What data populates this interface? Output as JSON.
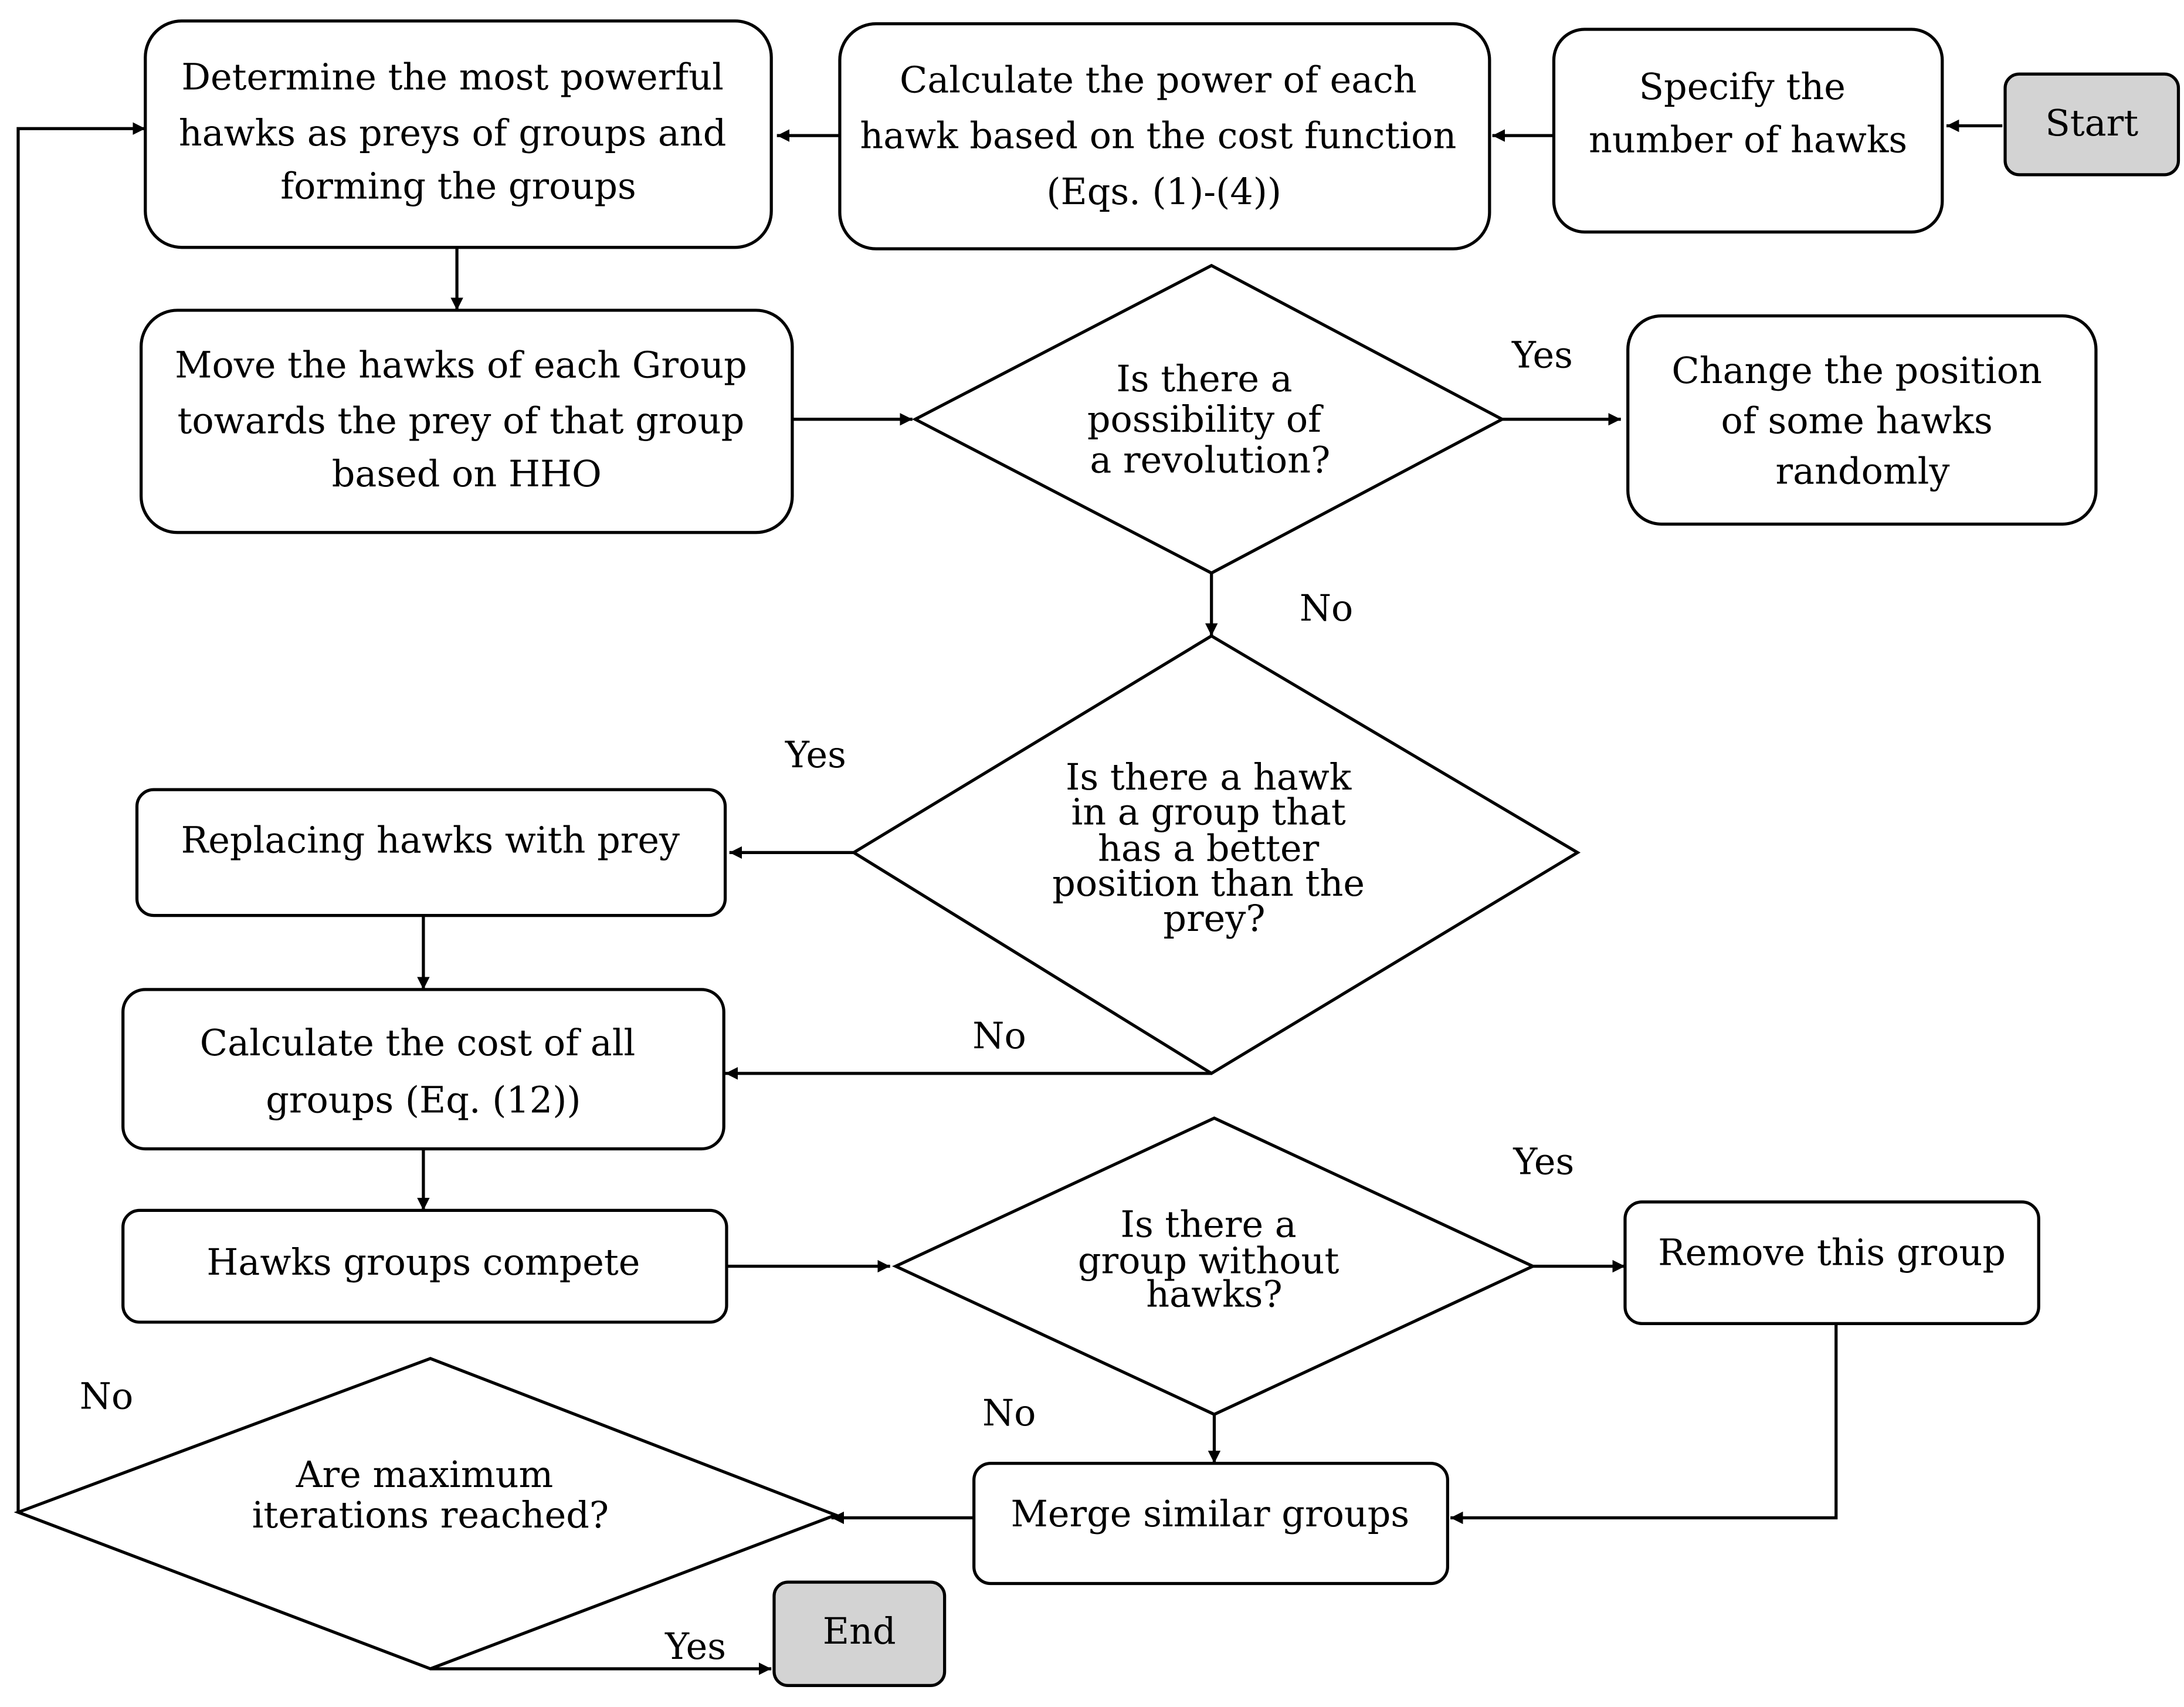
{
  "diagram": {
    "nodes": {
      "start": {
        "lines": [
          "Start"
        ]
      },
      "specify": {
        "lines": [
          "Specify the",
          "number of hawks"
        ]
      },
      "calc_power": {
        "lines": [
          "Calculate the power of each",
          "hawk based on the cost function",
          "(Eqs. (1)-(4))"
        ]
      },
      "determine": {
        "lines": [
          "Determine the most powerful",
          "hawks as preys of groups and",
          "forming the groups"
        ]
      },
      "move": {
        "lines": [
          "Move the hawks of each Group",
          "towards the prey of that group",
          "based on HHO"
        ]
      },
      "revolution_q": {
        "lines": [
          "Is there a",
          "possibility of",
          "a revolution?"
        ]
      },
      "change_pos": {
        "lines": [
          "Change the position",
          "of some hawks",
          "randomly"
        ]
      },
      "better_q": {
        "lines": [
          "Is there a hawk",
          "in a group that",
          "has a better",
          "position than the",
          "prey?"
        ]
      },
      "replace": {
        "lines": [
          "Replacing hawks with prey"
        ]
      },
      "calc_cost": {
        "lines": [
          "Calculate the cost of all",
          "groups (Eq. (12))"
        ]
      },
      "compete": {
        "lines": [
          "Hawks groups compete"
        ]
      },
      "empty_q": {
        "lines": [
          "Is there a",
          "group without",
          "hawks?"
        ]
      },
      "remove": {
        "lines": [
          "Remove this group"
        ]
      },
      "merge": {
        "lines": [
          "Merge similar groups"
        ]
      },
      "max_q": {
        "lines": [
          "Are maximum",
          "iterations reached?"
        ]
      },
      "end": {
        "lines": [
          "End"
        ]
      }
    },
    "edge_labels": {
      "revolution_yes": "Yes",
      "revolution_no": "No",
      "better_yes": "Yes",
      "better_no": "No",
      "empty_yes": "Yes",
      "empty_no": "No",
      "max_no": "No",
      "max_yes": "Yes"
    }
  }
}
